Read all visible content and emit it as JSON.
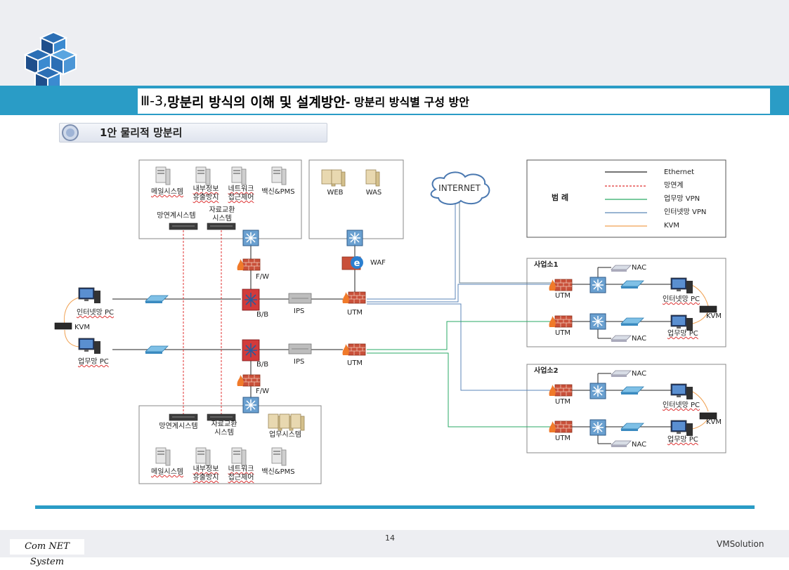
{
  "header": {
    "prefix": "Ⅲ-3, ",
    "title": "망분리 방식의 이해 및 설계방안",
    "subtitle": "- 망분리 방식별 구성 방안"
  },
  "section": {
    "label": "1안 물리적 망분리"
  },
  "legend": {
    "title": "범 례",
    "items": [
      {
        "label": "Ethernet",
        "color": "#222222",
        "dashed": false
      },
      {
        "label": "망연계",
        "color": "#e03030",
        "dashed": true
      },
      {
        "label": "업무망 VPN",
        "color": "#2aaa66",
        "dashed": false
      },
      {
        "label": "인터넷망 VPN",
        "color": "#5b86b8",
        "dashed": false
      },
      {
        "label": "KVM",
        "color": "#f0a050",
        "dashed": false
      }
    ]
  },
  "internet_label": "INTERNET",
  "top_server_box": {
    "servers": [
      "메일시스템",
      "내부정보 유출방지",
      "네트워크 접근제어",
      "백신&PMS"
    ],
    "link_system": "망연계시스템",
    "data_exchange": "자료교환 시스템"
  },
  "dmz_box": {
    "servers": [
      "WEB",
      "WAS"
    ]
  },
  "bottom_server_box": {
    "link_system": "망연계시스템",
    "data_exchange": "자료교환 시스템",
    "business_system": "업무시스템",
    "servers": [
      "메일시스템",
      "내부정보 유출방지",
      "네트워크 접근제어",
      "백신&PMS"
    ]
  },
  "core": {
    "fw_label": "F/W",
    "bb_label": "B/B",
    "ips_label": "IPS",
    "utm_label": "UTM",
    "waf_label": "WAF",
    "internet_pc": "인터넷망 PC",
    "business_pc": "업무망 PC",
    "kvm": "KVM"
  },
  "branches": [
    {
      "title": "사업소1",
      "utm": "UTM",
      "nac": "NAC",
      "internet_pc": "인터넷망 PC",
      "business_pc": "업무망 PC",
      "kvm": "KVM"
    },
    {
      "title": "사업소2",
      "utm": "UTM",
      "nac": "NAC",
      "internet_pc": "인터넷망 PC",
      "business_pc": "업무망 PC",
      "kvm": "KVM"
    }
  ],
  "footer": {
    "page_number": "14",
    "left_logo": "Com NET System",
    "right_logo": "VMSolution"
  }
}
